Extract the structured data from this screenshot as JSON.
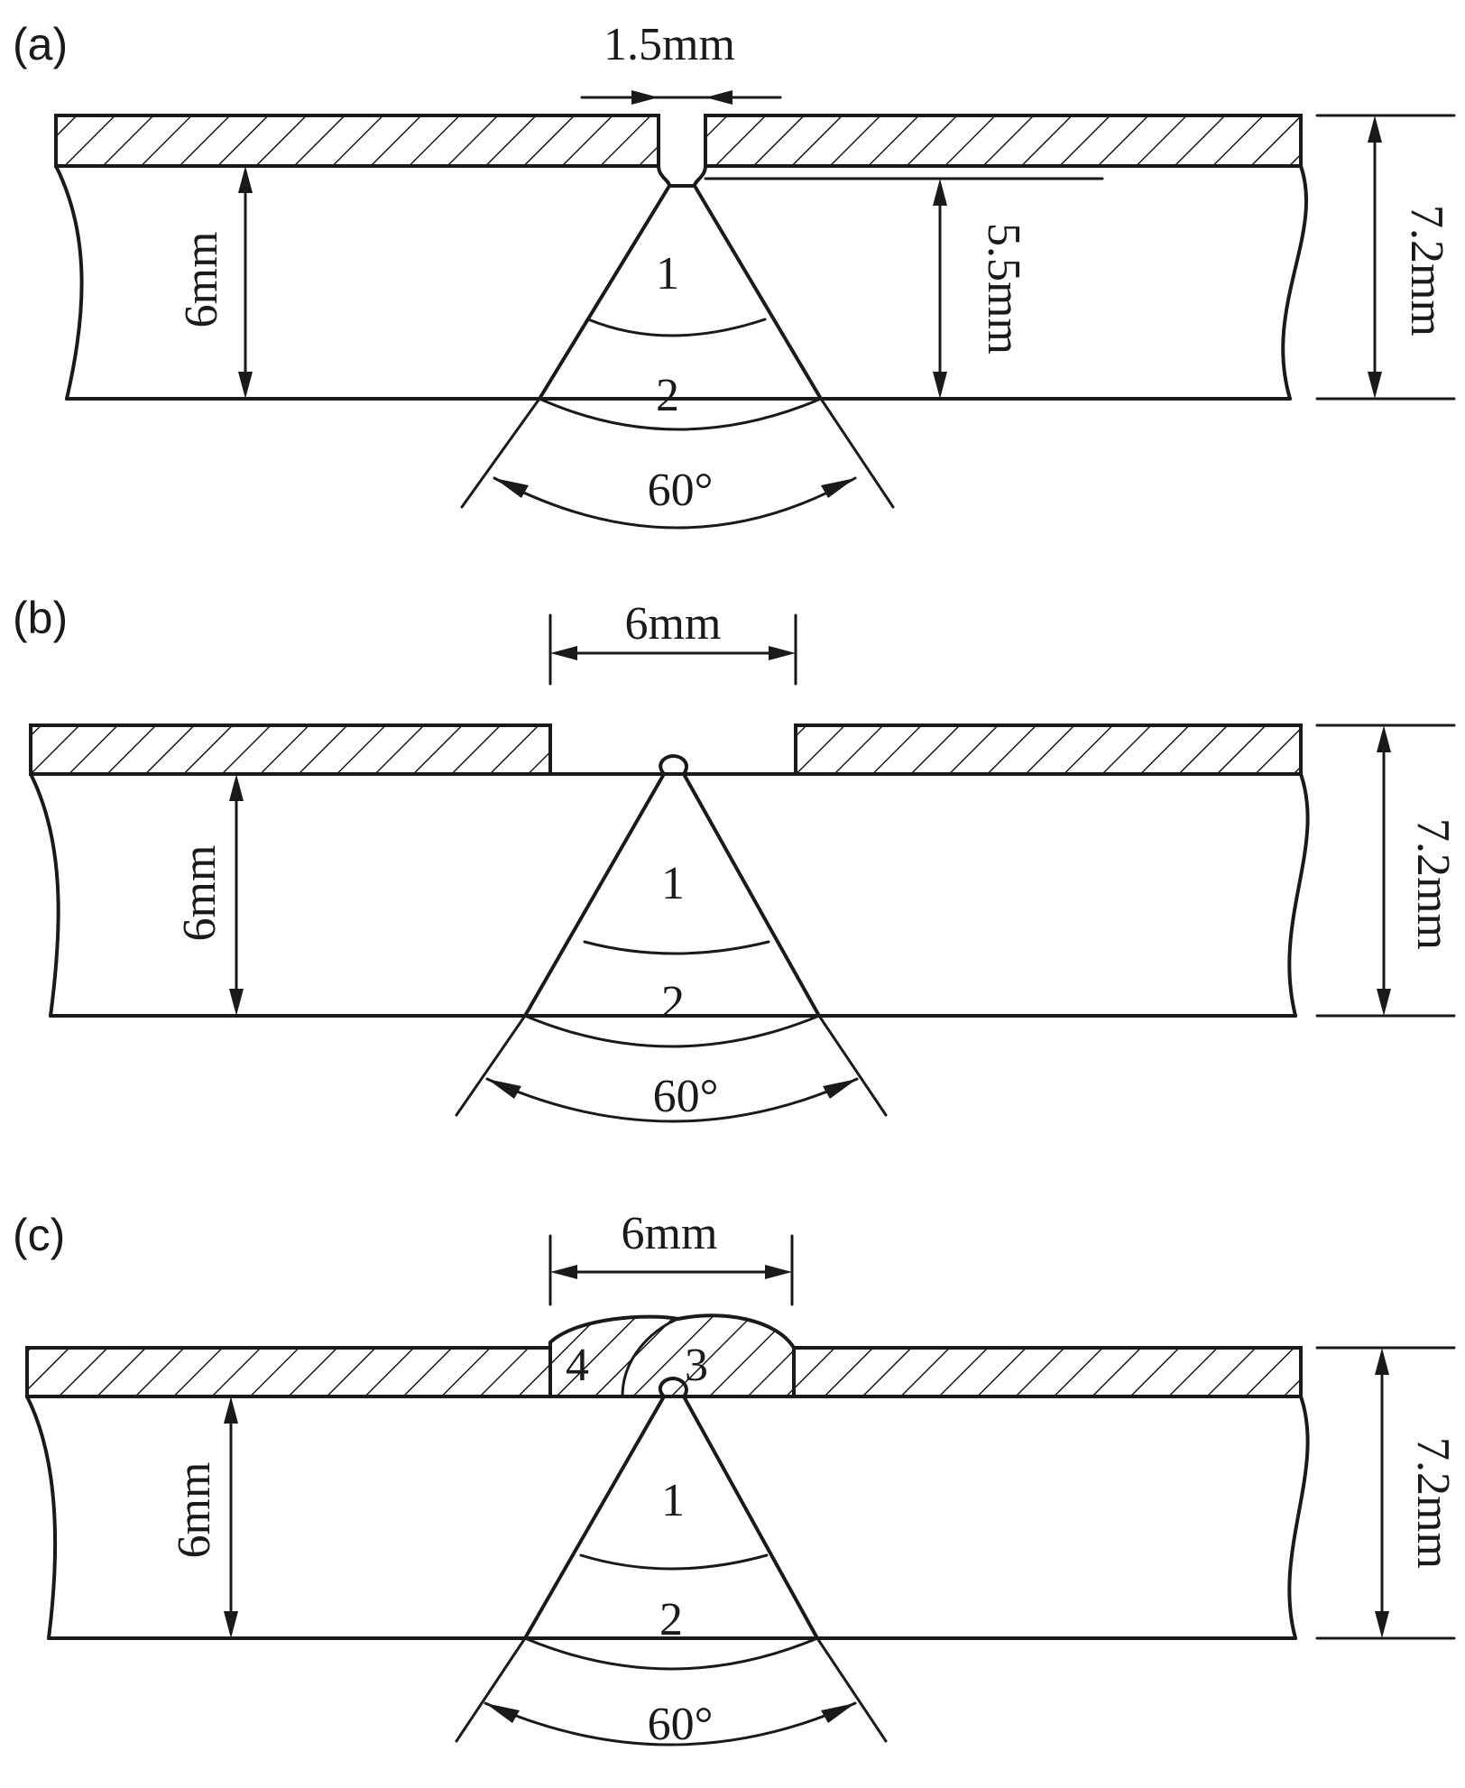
{
  "panels": [
    {
      "label": "(a)",
      "gap_label": "1.5mm",
      "root_depth_label": "5.5mm",
      "plate_label": "6mm",
      "total_label": "7.2mm",
      "angle_label": "60°",
      "pass_labels": [
        "1",
        "2"
      ]
    },
    {
      "label": "(b)",
      "gap_label": "6mm",
      "plate_label": "6mm",
      "total_label": "7.2mm",
      "angle_label": "60°",
      "pass_labels": [
        "1",
        "2"
      ]
    },
    {
      "label": "(c)",
      "gap_label": "6mm",
      "plate_label": "6mm",
      "total_label": "7.2mm",
      "angle_label": "60°",
      "pass_labels": [
        "1",
        "2",
        "3",
        "4"
      ]
    }
  ]
}
